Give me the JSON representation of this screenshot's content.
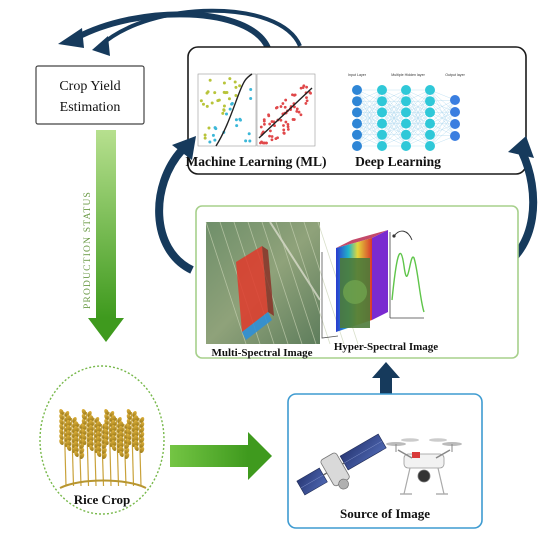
{
  "nodes": {
    "crop_yield": {
      "line1": "Crop Yield",
      "line2": "Estimation"
    },
    "ml": {
      "label": "Machine Learning (ML)"
    },
    "dl": {
      "label": "Deep Learning",
      "layers": [
        "Input Layer",
        "Multiple Hidden layer",
        "Output layer"
      ]
    },
    "multispectral": {
      "label": "Multi-Spectral  Image"
    },
    "hyperspectral": {
      "label": "Hyper-Spectral  Image"
    },
    "rice": {
      "label": "Rice Crop"
    },
    "source": {
      "label": "Source of Image"
    }
  },
  "edges": {
    "production_status": "PRODUCTION STATUS"
  },
  "colors": {
    "arrow_navy": "#163a5c",
    "arrow_green": "#5fb832",
    "box_green": "#a7d08c",
    "box_blue": "#3e9bd1",
    "box_black": "#1a1a1a",
    "circle_green": "#77b84a"
  }
}
